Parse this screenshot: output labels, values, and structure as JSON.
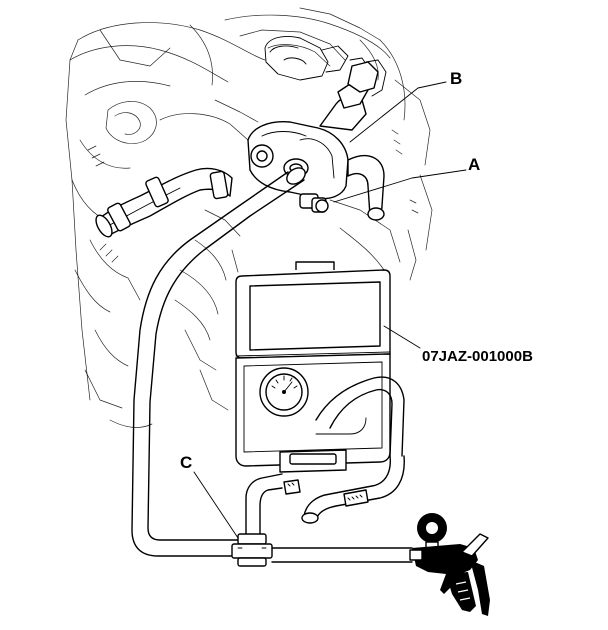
{
  "callouts": {
    "a": "A",
    "b": "B",
    "c": "C",
    "tool": "07JAZ-001000B"
  }
}
